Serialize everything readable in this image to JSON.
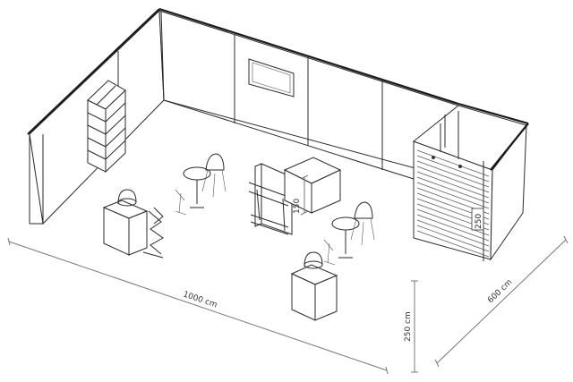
{
  "dimensions": {
    "length": "1000 cm",
    "width": "600 cm",
    "height": "250 cm",
    "counter_height": "150"
  },
  "storage_label": "250"
}
